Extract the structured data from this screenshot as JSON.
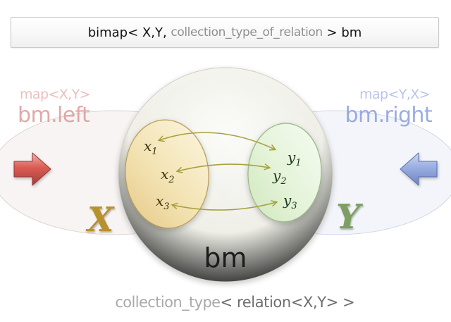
{
  "declaration": {
    "prefix": "bimap< X,Y, ",
    "param": "collection_type_of_relation",
    "suffix": " > bm"
  },
  "left_view": {
    "map_type": "map<X,Y>",
    "name": "bm.left"
  },
  "right_view": {
    "map_type": "map<Y,X>",
    "name": "bm.right"
  },
  "x_set": {
    "label": "X",
    "elements": [
      {
        "base": "x",
        "sub": "1"
      },
      {
        "base": "x",
        "sub": "2"
      },
      {
        "base": "x",
        "sub": "3"
      }
    ]
  },
  "y_set": {
    "label": "Y",
    "elements": [
      {
        "base": "y",
        "sub": "1"
      },
      {
        "base": "y",
        "sub": "2"
      },
      {
        "base": "y",
        "sub": "3"
      }
    ]
  },
  "bimap": {
    "name": "bm",
    "collection_prefix": "collection_type",
    "collection_suffix": "< relation<X,Y> >"
  },
  "colors": {
    "left_accent": "#d98b8b",
    "right_accent": "#8a9ede",
    "x_label_color": "#b8912c",
    "y_label_color": "#7e9e62",
    "element_x_color": "#39320f",
    "element_y_color": "#203a1c",
    "relation_arrow": "#a6a23f",
    "x_set_fill": "#f3e3b3",
    "y_set_fill": "#e4f3d8"
  }
}
